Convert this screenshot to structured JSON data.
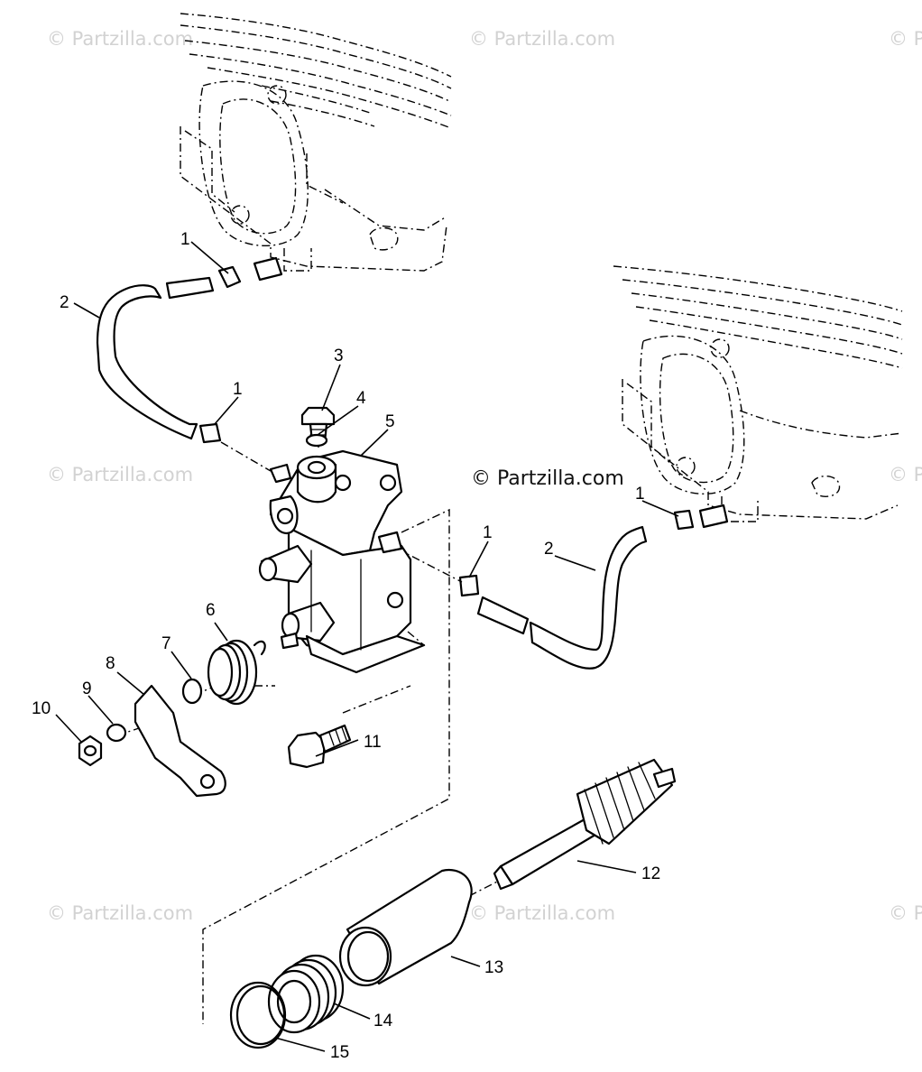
{
  "watermarks": {
    "top_left": "© Partzilla.com",
    "top_center": "© Partzilla.com",
    "top_right": "© P",
    "mid_left": "© Partzilla.com",
    "mid_right": "© P",
    "bottom_left": "© Partzilla.com",
    "bottom_center": "© Partzilla.com",
    "bottom_right": "© P"
  },
  "credit": "© Partzilla.com",
  "callouts": {
    "c1a": "1",
    "c2a": "2",
    "c1b": "1",
    "c3": "3",
    "c4": "4",
    "c5": "5",
    "c1c": "1",
    "c1d": "1",
    "c2b": "2",
    "c6": "6",
    "c7": "7",
    "c8": "8",
    "c9": "9",
    "c10": "10",
    "c11": "11",
    "c12": "12",
    "c13": "13",
    "c14": "14",
    "c15": "15"
  }
}
